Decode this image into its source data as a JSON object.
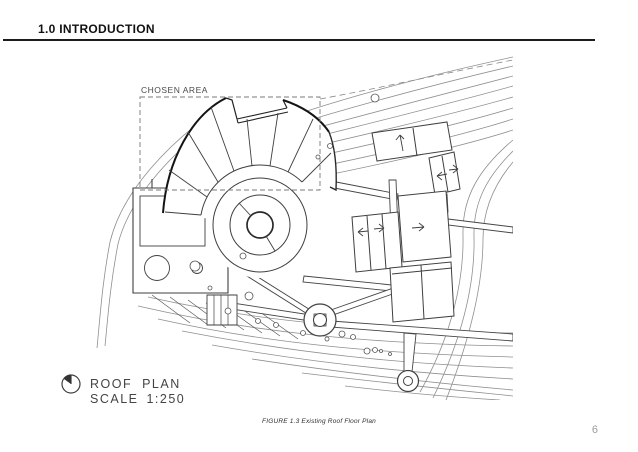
{
  "header": {
    "title": "1.0 INTRODUCTION"
  },
  "drawing": {
    "chosen_area_label": "CHOSEN AREA",
    "plan_title": "ROOF PLAN",
    "plan_scale": "SCALE 1:250",
    "north_icon": "north-indicator-icon"
  },
  "caption": {
    "text": "FIGURE 1.3 Existing Roof Floor Plan"
  },
  "footer": {
    "page_number": "6"
  },
  "colors": {
    "line": "#3f3f3f",
    "thick_line": "#141414",
    "contour": "#8f8f8f",
    "dashed_boundary": "#787878",
    "label_text": "#4a4a4a",
    "header_text": "#111111",
    "page_number": "#9b9b9b",
    "background": "#ffffff"
  }
}
